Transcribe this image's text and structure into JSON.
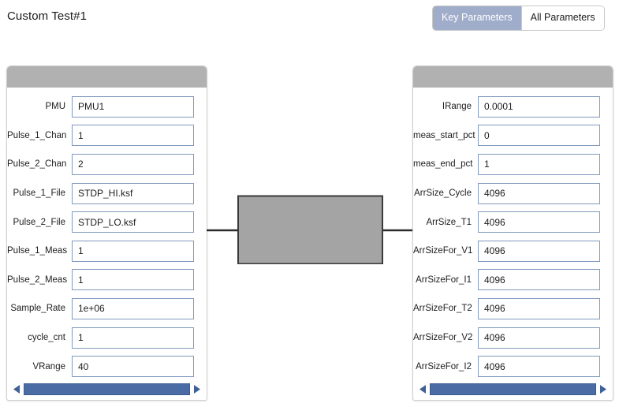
{
  "header": {
    "title": "Custom Test#1",
    "toggle": {
      "key_label": "Key Parameters",
      "all_label": "All Parameters",
      "active": "Key Parameters",
      "active_bg": "#9facca",
      "active_text": "#ffffff"
    }
  },
  "colors": {
    "panel_header": "#b1b1b1",
    "panel_border": "#cfcfcf",
    "input_border": "#8099bd",
    "scroll_thumb": "#4a6ba3",
    "device_fill": "#a4a4a4",
    "device_border": "#3a3a3a",
    "page_background": "#ffffff"
  },
  "left_panel": {
    "rows": [
      {
        "label": "PMU",
        "value": "PMU1"
      },
      {
        "label": "Pulse_1_Chan",
        "value": "1"
      },
      {
        "label": "Pulse_2_Chan",
        "value": "2"
      },
      {
        "label": "Pulse_1_File",
        "value": "STDP_HI.ksf"
      },
      {
        "label": "Pulse_2_File",
        "value": "STDP_LO.ksf"
      },
      {
        "label": "Pulse_1_Meas",
        "value": "1"
      },
      {
        "label": "Pulse_2_Meas",
        "value": "1"
      },
      {
        "label": "Sample_Rate",
        "value": "1e+06"
      },
      {
        "label": "cycle_cnt",
        "value": "1"
      },
      {
        "label": "VRange",
        "value": "40"
      }
    ],
    "scrollbar": {
      "left_arrow_icon": "triangle-left-icon",
      "right_arrow_icon": "triangle-right-icon"
    }
  },
  "right_panel": {
    "rows": [
      {
        "label": "IRange",
        "value": "0.0001"
      },
      {
        "label": "meas_start_pct",
        "value": "0"
      },
      {
        "label": "meas_end_pct",
        "value": "1"
      },
      {
        "label": "ArrSize_Cycle",
        "value": "4096"
      },
      {
        "label": "ArrSize_T1",
        "value": "4096"
      },
      {
        "label": "ArrSizeFor_V1",
        "value": "4096"
      },
      {
        "label": "ArrSizeFor_I1",
        "value": "4096"
      },
      {
        "label": "ArrSizeFor_T2",
        "value": "4096"
      },
      {
        "label": "ArrSizeFor_V2",
        "value": "4096"
      },
      {
        "label": "ArrSizeFor_I2",
        "value": "4096"
      }
    ],
    "scrollbar": {
      "left_arrow_icon": "triangle-left-icon",
      "right_arrow_icon": "triangle-right-icon"
    }
  },
  "device": {
    "icon": "device-under-test-symbol"
  }
}
